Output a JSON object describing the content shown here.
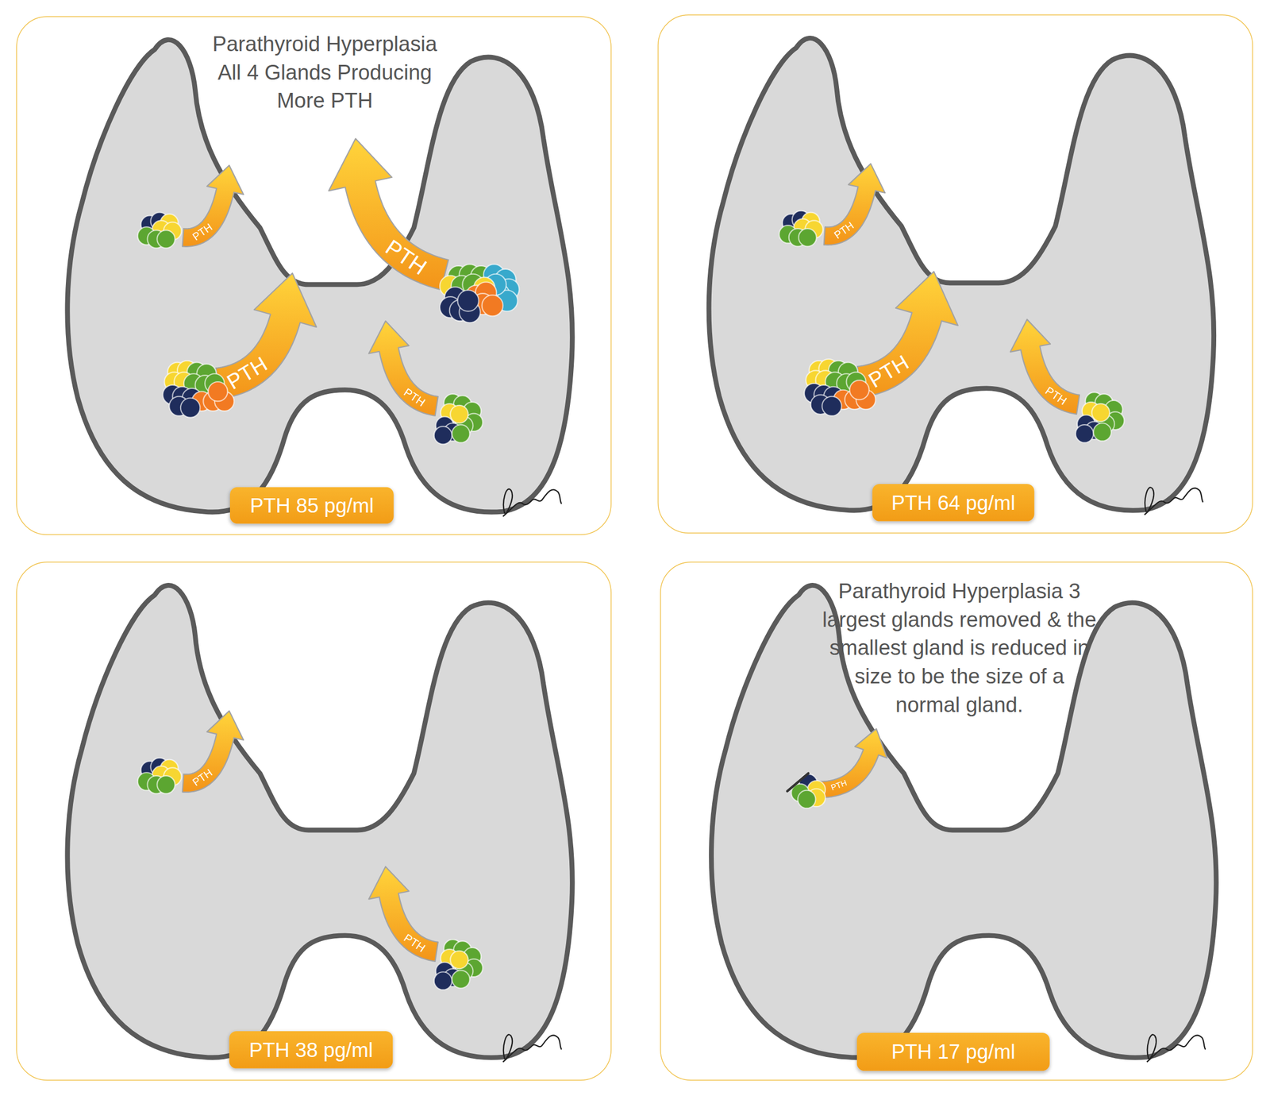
{
  "diagram": {
    "nodes": [
      {
        "text": [
          "Parathyroid Hyperplasia All 4 Glands Producing More PTH"
        ]
      },
      {
        "text": [
          "PTH 85 pg/ml"
        ],
        "in": 0
      },
      {
        "text": [
          "PTH 64 pg/ml"
        ]
      },
      {
        "text": [
          "PTH 38 pg/ml"
        ]
      },
      {
        "text": [
          "Parathyroid Hyperplasia 3 largest glands removed & the smallest gland is reduced in size to be the size of a normal gland."
        ]
      },
      {
        "text": [
          "PTH 17 pg/ml"
        ],
        "in": 4
      }
    ],
    "labels": [
      "PTH",
      "PTH",
      "PTH",
      "PTH",
      "PTH",
      "PTH",
      "PTH",
      "PTH",
      "PTH",
      "PTH"
    ]
  }
}
